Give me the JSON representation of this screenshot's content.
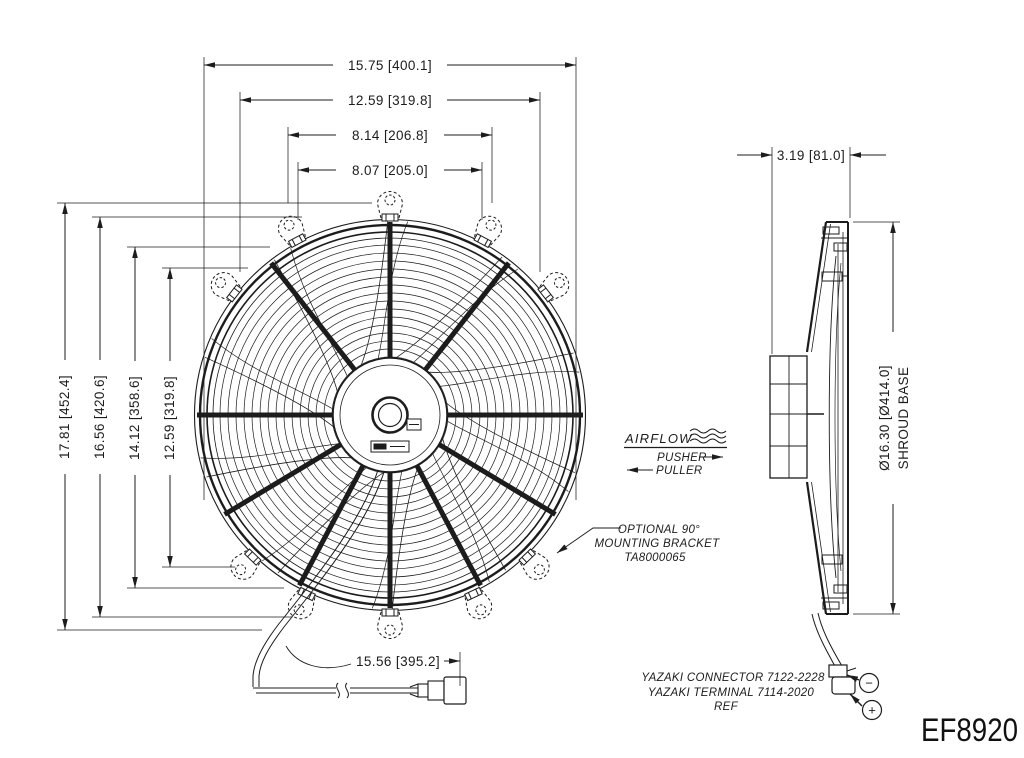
{
  "drawing": {
    "part_code": "EF8920",
    "front": {
      "top_dims": [
        "15.75 [400.1]",
        "12.59 [319.8]",
        "8.14 [206.8]",
        "8.07 [205.0]"
      ],
      "left_dims": [
        "17.81 [452.4]",
        "16.56 [420.6]",
        "14.12 [358.6]",
        "12.59 [319.8]"
      ],
      "wire_dim": "15.56 [395.2]"
    },
    "side": {
      "depth_dim": "3.19 [81.0]",
      "diameter_dim": "Ø16.30 [Ø414.0]",
      "diameter_label": "SHROUD BASE"
    },
    "airflow": {
      "title": "AIRFLOW",
      "pusher": "PUSHER",
      "puller": "PULLER"
    },
    "bracket_note": {
      "line1": "OPTIONAL 90°",
      "line2": "MOUNTING BRACKET",
      "line3": "TA8000065"
    },
    "connector_note": {
      "line1": "YAZAKI CONNECTOR 7122-2228",
      "line2": "YAZAKI TERMINAL 7114-2020",
      "line3": "REF"
    },
    "polarity": {
      "negative": "−",
      "positive": "+"
    }
  }
}
